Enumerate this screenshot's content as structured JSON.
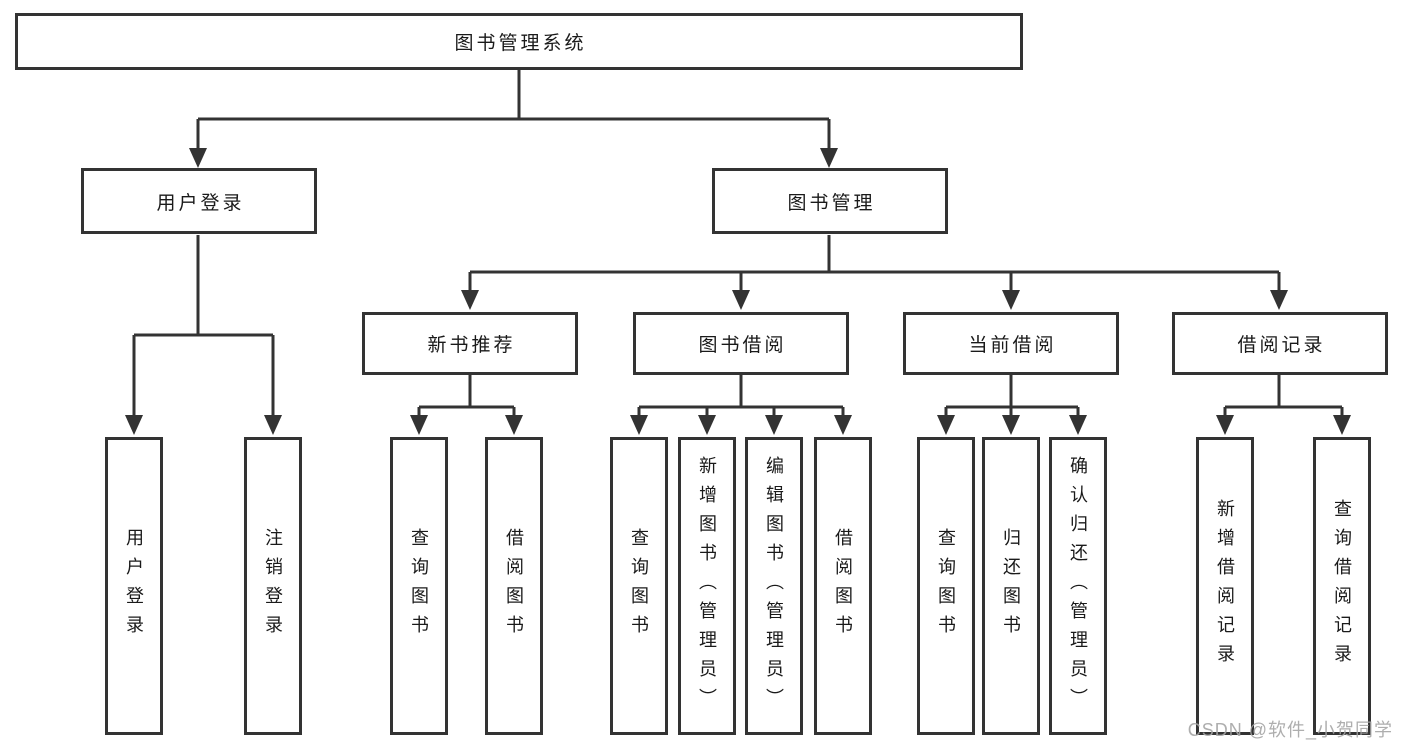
{
  "diagram": {
    "title": "图书管理系统",
    "nodes": {
      "root": {
        "label": "图书管理系统"
      },
      "level2": [
        {
          "label": "用户登录",
          "children": [
            "用户登录",
            "注销登录"
          ]
        },
        {
          "label": "图书管理"
        }
      ],
      "level3": [
        {
          "label": "新书推荐",
          "children": [
            "查询图书",
            "借阅图书"
          ]
        },
        {
          "label": "图书借阅",
          "children": [
            "查询图书",
            "新增图书（管理员）",
            "编辑图书（管理员）",
            "借阅图书"
          ]
        },
        {
          "label": "当前借阅",
          "children": [
            "查询图书",
            "归还图书",
            "确认归还（管理员）"
          ]
        },
        {
          "label": "借阅记录",
          "children": [
            "新增借阅记录",
            "查询借阅记录"
          ]
        }
      ]
    },
    "colors": {
      "line": "#333333",
      "box_border": "#333333",
      "text": "#1a1a1a",
      "background": "#ffffff",
      "watermark": "#a5a5a5"
    }
  },
  "watermark": {
    "text": "CSDN @软件_小贺同学"
  }
}
